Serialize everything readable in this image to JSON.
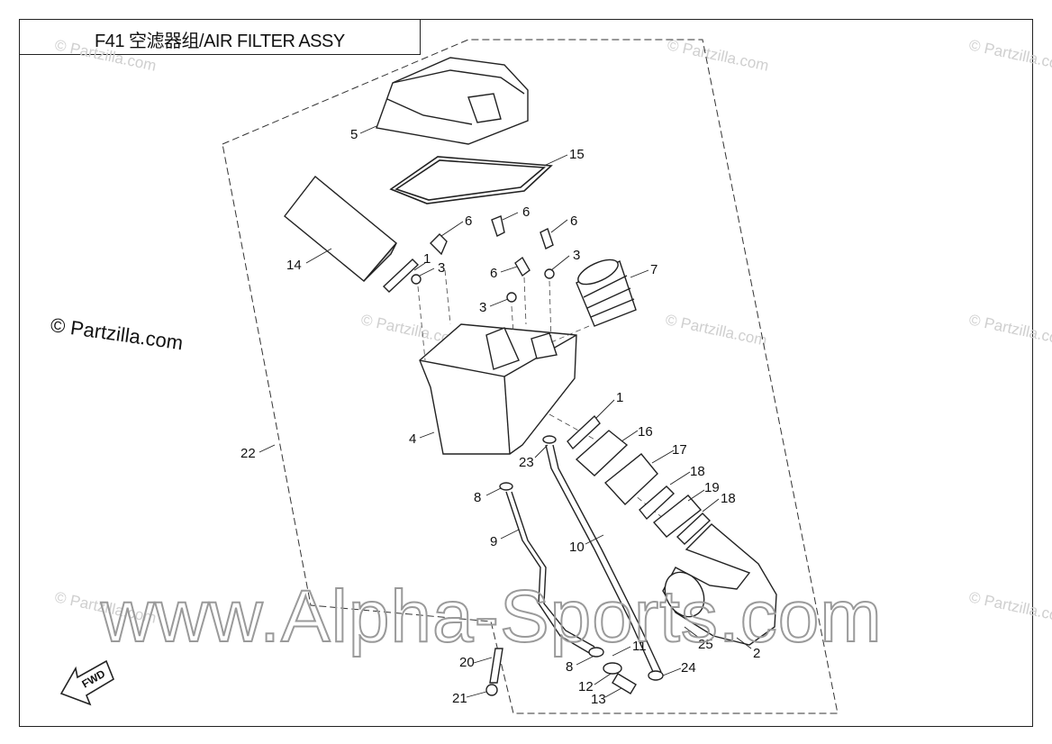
{
  "title": "F41  空滤器组/AIR FILTER ASSY",
  "copyright": "© Partzilla.com",
  "watermark_small": "© Partzilla.com",
  "watermark_big": "www.Alpha-Sports.com",
  "fwd_label": "FWD",
  "callouts": {
    "c1a": "1",
    "c1b": "1",
    "c2": "2",
    "c3a": "3",
    "c3b": "3",
    "c3c": "3",
    "c4": "4",
    "c5": "5",
    "c6a": "6",
    "c6b": "6",
    "c6c": "6",
    "c6d": "6",
    "c7": "7",
    "c8a": "8",
    "c8b": "8",
    "c9": "9",
    "c10": "10",
    "c11": "11",
    "c12": "12",
    "c13": "13",
    "c14": "14",
    "c15": "15",
    "c16": "16",
    "c17": "17",
    "c18a": "18",
    "c18b": "18",
    "c19": "19",
    "c20": "20",
    "c21": "21",
    "c22": "22",
    "c23": "23",
    "c24": "24",
    "c25": "25"
  },
  "colors": {
    "ink": "#111111",
    "watermark": "#9a9a9a",
    "background": "#ffffff"
  }
}
